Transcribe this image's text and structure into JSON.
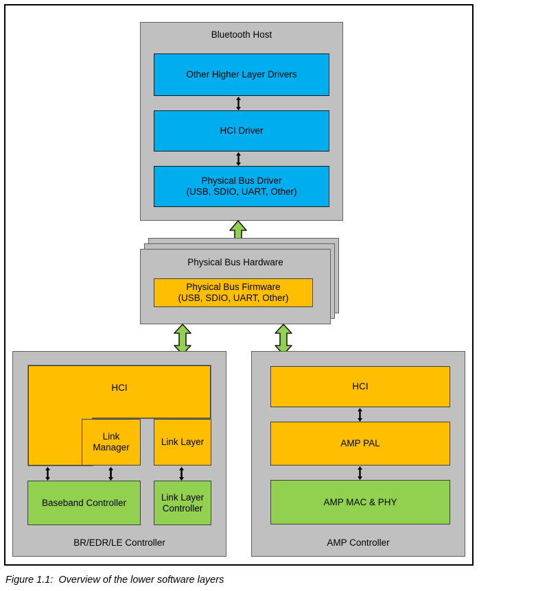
{
  "figure": {
    "caption": "Figure 1.1:  Overview of the lower software layers"
  },
  "colors": {
    "host_block": "#00AEEF",
    "firmware_block": "#FFBF00",
    "hardware_block": "#92D050",
    "container": "#c0c0c0",
    "arrow_green": "#92D050",
    "arrow_black": "#000000",
    "border": "#404040"
  },
  "diagram": {
    "bluetooth_host": {
      "title": "Bluetooth Host",
      "blocks": [
        {
          "label": "Other Higher Layer Drivers"
        },
        {
          "label": "HCI Driver"
        },
        {
          "label": "Physical Bus Driver\n(USB, SDIO, UART, Other)"
        }
      ]
    },
    "physical_bus_hardware": {
      "title": "Physical Bus Hardware",
      "blocks": [
        {
          "label": "Physical Bus Firmware\n(USB, SDIO, UART, Other)"
        }
      ]
    },
    "br_edr_le_controller": {
      "title": "BR/EDR/LE Controller",
      "blocks": [
        {
          "label": "HCI"
        },
        {
          "label": "Link\nManager"
        },
        {
          "label": "Link Layer"
        },
        {
          "label": "Baseband Controller"
        },
        {
          "label": "Link Layer\nController"
        }
      ]
    },
    "amp_controller": {
      "title": "AMP Controller",
      "blocks": [
        {
          "label": "HCI"
        },
        {
          "label": "AMP PAL"
        },
        {
          "label": "AMP MAC & PHY"
        }
      ]
    }
  }
}
